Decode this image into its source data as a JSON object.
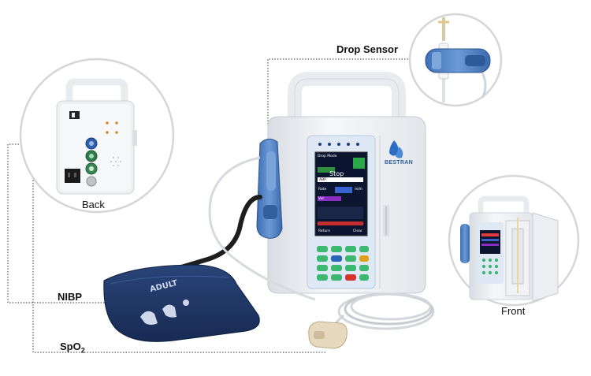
{
  "labels": {
    "drop_sensor": "Drop Sensor",
    "back": "Back",
    "front": "Front",
    "nibp": "NIBP",
    "spo2_main": "SpO",
    "spo2_sub": "2"
  },
  "device": {
    "brand": "BESTRAN",
    "screen_mode": "Drop Mode",
    "screen_status": "Stop",
    "screen_rate_unit": "ml/h",
    "screen_line_1": "ABP",
    "screen_line_2": "Rate",
    "screen_line_3": "Vol",
    "screen_bottom_left": "Return",
    "screen_bottom_right": "Clear"
  },
  "cuff": {
    "text": "ADULT"
  },
  "colors": {
    "device_body": "#eef1f4",
    "device_blue": "#5b8fd0",
    "cuff_navy": "#1f3566",
    "screen_bg": "#0b1530",
    "panel_blue": "#dfe9f5",
    "leader_line": "#333333"
  }
}
